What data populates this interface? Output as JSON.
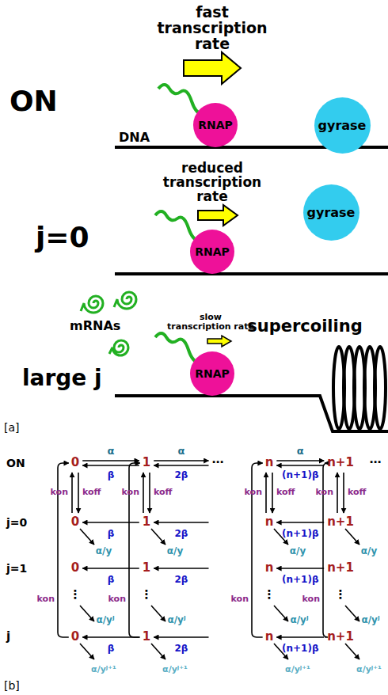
{
  "diagram": {
    "nodes": [
      {
        "text": [
          "RNAP"
        ]
      },
      {
        "text": [
          "gyrase"
        ]
      },
      {
        "text": [
          "RNAP"
        ]
      },
      {
        "text": [
          "gyrase"
        ]
      },
      {
        "text": [
          "RNAP"
        ]
      }
    ],
    "labels": [
      "fast transcription rate",
      "ON",
      "DNA",
      "reduced transcription rate",
      "j=0",
      "mRNAs",
      "slow transcription rate",
      "supercoiling",
      "large j",
      "[a]",
      "ON",
      "j=0",
      "j=1",
      "j",
      "[b]",
      "0",
      "1",
      "n",
      "n+1",
      "0",
      "1",
      "n",
      "n+1",
      "0",
      "1",
      "n",
      "n+1",
      "0",
      "1",
      "n",
      "n+1",
      "α",
      "α",
      "α",
      "β",
      "2β",
      "(n+1)β",
      "β",
      "2β",
      "(n+1)β",
      "β",
      "2β",
      "(n+1)β",
      "β",
      "2β",
      "(n+1)β",
      "kon",
      "koff",
      "kon",
      "koff",
      "kon",
      "koff",
      "kon",
      "koff",
      "kon",
      "kon",
      "kon",
      "kon",
      "α/y",
      "α/y",
      "α/y",
      "α/y",
      "α/yʲ",
      "α/yʲ",
      "α/yʲ",
      "α/yʲ",
      "α/yʲ⁺¹",
      "α/yʲ⁺¹",
      "α/yʲ⁺¹",
      "α/yʲ⁺¹",
      "⋯",
      "⋯",
      "⋮",
      "⋮",
      "⋮",
      "⋮"
    ]
  }
}
